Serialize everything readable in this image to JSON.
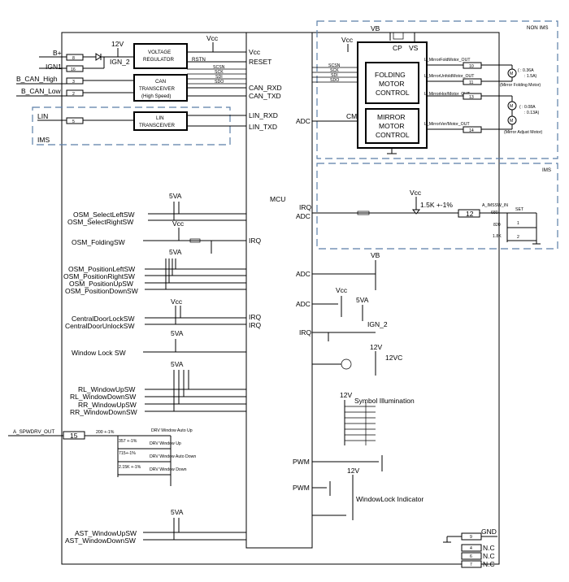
{
  "left_connectors": {
    "bplus": "B+",
    "ign1": "IGN1",
    "bcan_high": "B_CAN_High",
    "bcan_low": "B_CAN_Low",
    "lin": "LIN",
    "ims": "IMS",
    "pins": [
      "8",
      "16",
      "3",
      "2",
      "5"
    ]
  },
  "power": {
    "v12": "12V",
    "ign2": "IGN_2",
    "vcc": "Vcc",
    "vb": "VB",
    "v5va": "5VA",
    "v12vc": "12VC"
  },
  "voltage_regulator": {
    "line1": "VOLTAGE",
    "line2": "REGULATOR",
    "rstn": "RSTN"
  },
  "can_transceiver": {
    "line1": "CAN",
    "line2": "TRANSCEIVER",
    "line3": "(High Speed)",
    "spi": [
      "SCSN",
      "SCK",
      "SDI",
      "SDO"
    ]
  },
  "lin_transceiver": {
    "line1": "LIN",
    "line2": "TRANSCEIVER"
  },
  "mcu": {
    "label": "MCU",
    "left_pins": [
      "Vcc",
      "RESET",
      "CAN_RXD",
      "CAN_TXD",
      "LIN_RXD",
      "LIN_TXD"
    ],
    "irq": "IRQ",
    "adc": "ADC",
    "pwm": "PWM",
    "cm": "CM"
  },
  "non_ims": {
    "label": "NON IMS",
    "cp": "CP",
    "vs": "VS",
    "folding_motor": [
      "FOLDING",
      "MOTOR",
      "CONTROL"
    ],
    "mirror_motor": [
      "MIRROR",
      "MOTOR",
      "CONTROL"
    ],
    "spi": [
      "SCSN",
      "SCK",
      "SDI",
      "SDO"
    ],
    "outputs": [
      {
        "name": "L_MirrorFoldMotor_OUT",
        "pin": "10"
      },
      {
        "name": "L_MirrorUnfoldMotor_OUT",
        "pin": "11"
      },
      {
        "name": "L_MirrorHor/Motor_OUT",
        "pin": "13"
      },
      {
        "name": "L_MirrorVer/Motor_OUT",
        "pin": "14"
      }
    ],
    "fold_motor_spec": [
      "( : 0.36A",
      ": 1.5A)"
    ],
    "fold_motor_label": "(Mirror Folding Motor)",
    "adjust_motor_spec": [
      "( : 0.08A",
      ": 0.13A)"
    ],
    "adjust_motor_label": "(Mirror Adjust Motor)"
  },
  "ims": {
    "label": "IMS",
    "resistor": "1.5K +-1%",
    "pin": "12",
    "signal": "A_IMSSW_IN",
    "r680": "680",
    "r820": "820",
    "r18k": "1.8K",
    "set": "SET",
    "sw1": "1",
    "sw2": "2"
  },
  "switches": {
    "osm_select_left": "OSM_SelectLeftSW",
    "osm_select_right": "OSM_SelectRightSW",
    "osm_folding": "OSM_FoldingSW",
    "osm_pos_left": "OSM_PositionLeftSW",
    "osm_pos_right": "OSM_PositionRightSW",
    "osm_pos_up": "OSM_PositionUpSW",
    "osm_pos_down": "OSM_PositionDownSW",
    "cdl_lock": "CentralDoorLockSW",
    "cdl_unlock": "CentralDoorUnlockSW",
    "window_lock": "Window Lock SW",
    "rl_up": "RL_WindowUpSW",
    "rl_down": "RL_WindowDownSW",
    "rr_up": "RR_WindowUpSW",
    "rr_down": "RR_WindowDownSW",
    "ast_up": "AST_WindowUpSW",
    "ast_down": "AST_WindowDownSW"
  },
  "drv_window": {
    "signal": "A_SPWDRV_OUT",
    "pin": "15",
    "r1": "200 +-1%",
    "r2": "357 +-1%",
    "r3": "715+-1%",
    "r4": "2.15K +-1%",
    "auto_up": "DRV Window Auto Up",
    "up": "DRV Window Up",
    "auto_down": "DRV Window Auto Down",
    "down": "DRV Window Down"
  },
  "symbol_illumination": "Symbol Illumination",
  "window_lock_indicator": "WindowLock Indicator",
  "bottom_right": {
    "gnd": "GND",
    "nc": "N.C",
    "pins": [
      "9",
      "4",
      "6",
      "7"
    ]
  }
}
